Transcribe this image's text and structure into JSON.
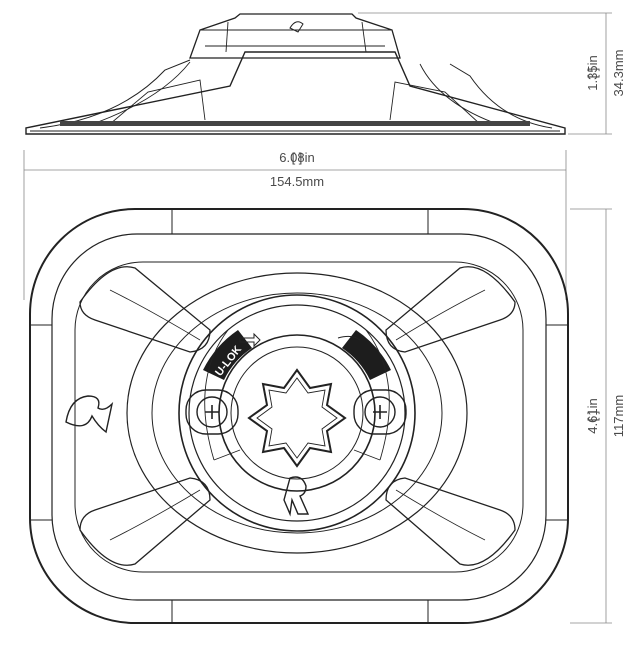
{
  "dimensions": {
    "height_in": "1.35in",
    "height_mm": "34.3mm",
    "width_in": "6.08in",
    "width_mm": "154.5mm",
    "depth_in": "4.61in",
    "depth_mm": "117mm"
  },
  "labels": {
    "lock_text": "U-LOK"
  },
  "colors": {
    "line": "#222222",
    "dimension": "#4a4a4a",
    "background": "#ffffff"
  }
}
